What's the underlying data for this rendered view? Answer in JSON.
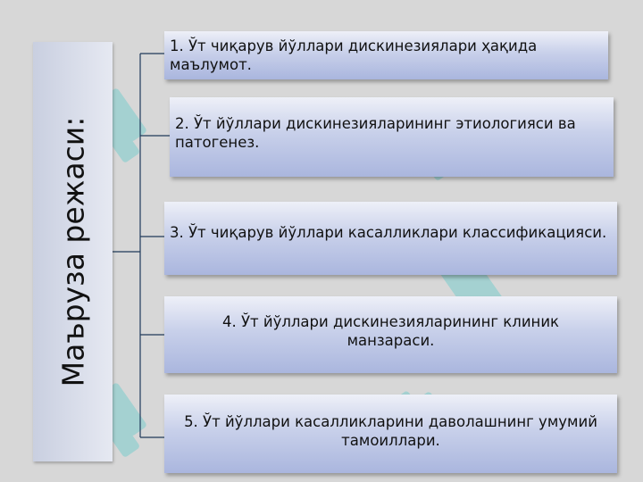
{
  "title": "Маъруза режаси:",
  "items": [
    {
      "text": "1. Ўт чиқарув йўллари дискинезиялари ҳақида маълумот."
    },
    {
      "text": "2. Ўт йўллари дискинезияларининг этиологияси ва патогенез."
    },
    {
      "text": "3. Ўт чиқарув йўллари касалликлари классификацияси."
    },
    {
      "text": "4. Ўт йўллари дискинезияларининг клиник манзараси."
    },
    {
      "text": "5. Ўт йўллари касалликларини даволашнинг умумий тамоиллари."
    }
  ],
  "colors": {
    "background": "#d7d7d7",
    "box_light": "#eef0f8",
    "box_dark": "#aab6de",
    "connector": "#1f3a5a",
    "watermark": "#46c8c8"
  }
}
